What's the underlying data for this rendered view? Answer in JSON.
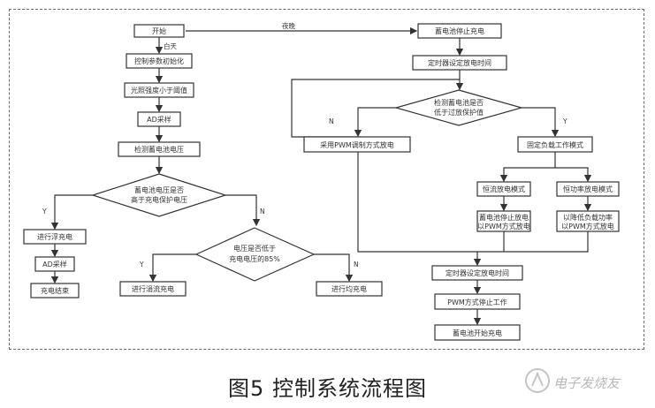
{
  "caption": "图5 控制系统流程图",
  "watermark": {
    "text": "电子发烧友"
  },
  "nodes": {
    "start": "开始",
    "init_params": "控制参数初始化",
    "day_check": "光照强度小于阈值",
    "ad_sample": "AD采样",
    "bat_voltage": "检测蓄电池电压",
    "dec1": [
      "蓄电池电压是否",
      "高于充电保护电压"
    ],
    "dec2": [
      "电压是否低于",
      "充电电压的85%"
    ],
    "float_charge": "进行浮充电",
    "ad_sample2": "AD采样",
    "charge_end": "充电结束",
    "trickle_charge": "进行涓流充电",
    "equal_charge": "进行均充电",
    "stop_charge": "蓄电池停止充电",
    "set_timer": "定时器设定放电时间",
    "dec3": [
      "检测蓄电池是否",
      "低于过放保护值"
    ],
    "pwm_discharge": "采用PWM调制方式放电",
    "fixed_mode": "固定负载工作模式",
    "constant_current": "恒流放电模式",
    "constant_power": "恒功率放电模式",
    "stop_pwm_a": [
      "蓄电池停止放电",
      "以PWM方式放电"
    ],
    "stop_pwm_b": [
      "以降低负载功率",
      "以PWM方式放电"
    ],
    "set_timer2": "定时器设定放电时间",
    "stop_work": "PWM方式停止工作",
    "resume_charge": "蓄电池开始充电"
  },
  "edge_labels": {
    "night": "夜晚",
    "day": "白天",
    "yes": "Y",
    "no": "N"
  }
}
